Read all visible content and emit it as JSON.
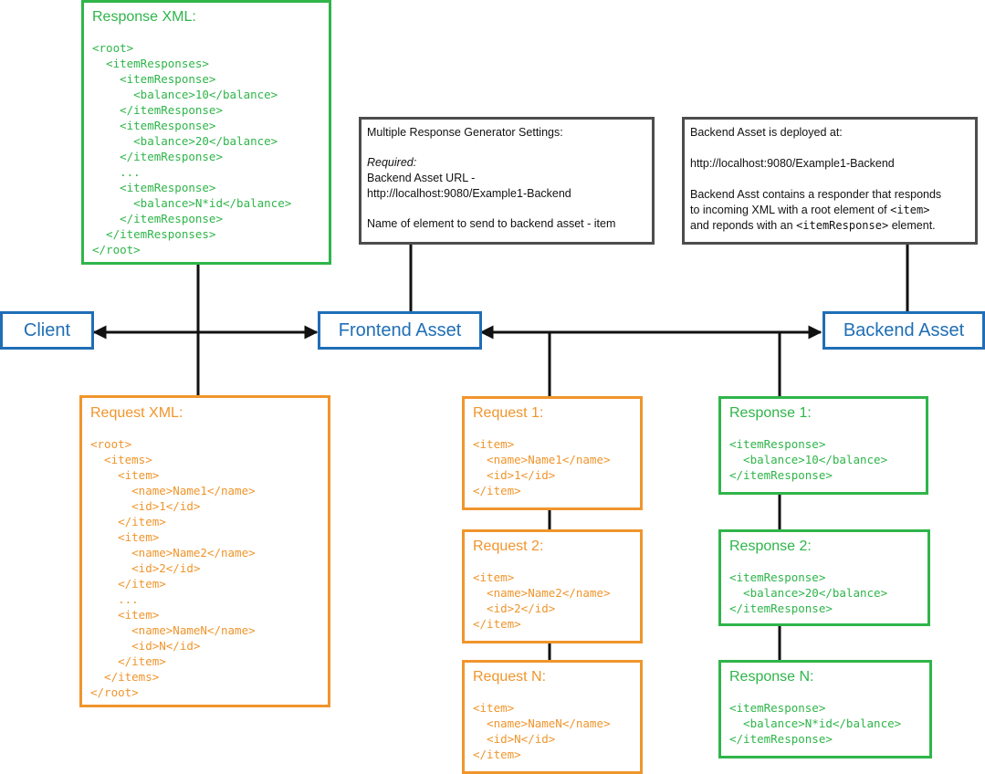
{
  "nodes": {
    "client": "Client",
    "frontend": "Frontend Asset",
    "backend": "Backend Asset"
  },
  "response_xml": {
    "title": "Response XML:",
    "code": "<root>\n  <itemResponses>\n    <itemResponse>\n      <balance>10</balance>\n    </itemResponse>\n    <itemResponse>\n      <balance>20</balance>\n    </itemResponse>\n    ...\n    <itemResponse>\n      <balance>N*id</balance>\n    </itemResponse>\n  </itemResponses>\n</root>"
  },
  "request_xml": {
    "title": "Request XML:",
    "code": "<root>\n  <items>\n    <item>\n      <name>Name1</name>\n      <id>1</id>\n    </item>\n    <item>\n      <name>Name2</name>\n      <id>2</id>\n    </item>\n    ...\n    <item>\n      <name>NameN</name>\n      <id>N</id>\n    </item>\n  </items>\n</root>"
  },
  "generator_settings": {
    "title": "Multiple Response Generator Settings:",
    "required_label": "Required:",
    "url_line1": "Backend Asset URL -",
    "url_line2": "http://localhost:9080/Example1-Backend",
    "element_line": "Name of element to send to backend asset - item"
  },
  "backend_info": {
    "title": "Backend Asset is deployed at:",
    "url": "http://localhost:9080/Example1-Backend",
    "desc1": "Backend Asst contains a responder that responds",
    "desc2_pre": "to incoming XML with a root element of ",
    "desc2_code": "<item>",
    "desc3_pre": "and reponds with an ",
    "desc3_code": "<itemResponse>",
    "desc3_post": " element."
  },
  "requests": [
    {
      "title": "Request 1:",
      "code": "<item>\n  <name>Name1</name>\n  <id>1</id>\n</item>"
    },
    {
      "title": "Request 2:",
      "code": "<item>\n  <name>Name2</name>\n  <id>2</id>\n</item>"
    },
    {
      "title": "Request N:",
      "code": "<item>\n  <name>NameN</name>\n  <id>N</id>\n</item>"
    }
  ],
  "responses": [
    {
      "title": "Response 1:",
      "code": "<itemResponse>\n  <balance>10</balance>\n</itemResponse>"
    },
    {
      "title": "Response 2:",
      "code": "<itemResponse>\n  <balance>20</balance>\n</itemResponse>"
    },
    {
      "title": "Response N:",
      "code": "<itemResponse>\n  <balance>N*id</balance>\n</itemResponse>"
    }
  ]
}
